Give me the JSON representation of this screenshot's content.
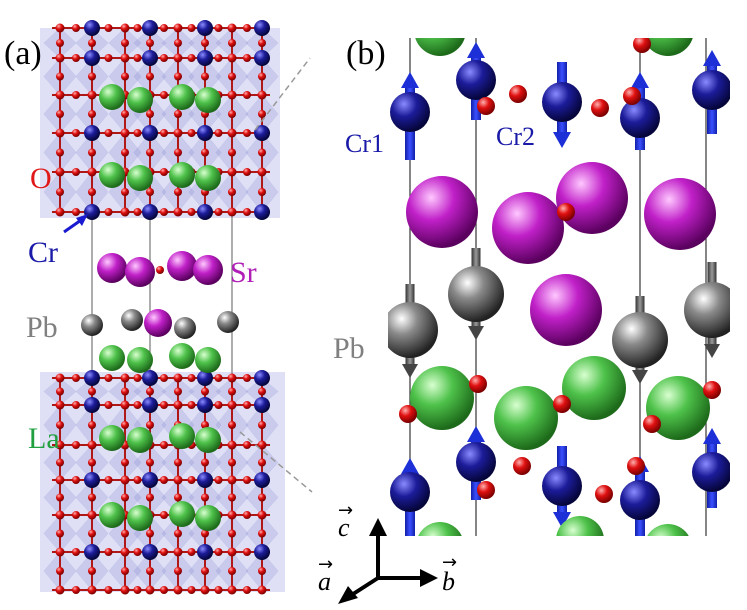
{
  "panels": {
    "a": {
      "label": "(a)"
    },
    "b": {
      "label": "(b)"
    }
  },
  "labels_a": {
    "o": "O",
    "cr": "Cr",
    "sr": "Sr",
    "pb": "Pb",
    "la": "La"
  },
  "labels_b": {
    "cr1": "Cr1",
    "cr2": "Cr2",
    "pb": "Pb"
  },
  "axes": {
    "c": "c",
    "a": "a",
    "b": "b"
  },
  "colors": {
    "oxygen": "#e01010",
    "chromium": "#1c1c9a",
    "lanthanum": "#4ec24a",
    "strontium": "#c020c8",
    "lead": "#6a6a6a",
    "octahedra": "#8c90d8",
    "spin_arrow": "#1d2fd6",
    "pb_arrow": "#555555",
    "label_o": "#e01818",
    "label_cr": "#1a1aa8",
    "label_sr": "#b020b8",
    "label_pb": "#808080",
    "label_la": "#22a040"
  }
}
